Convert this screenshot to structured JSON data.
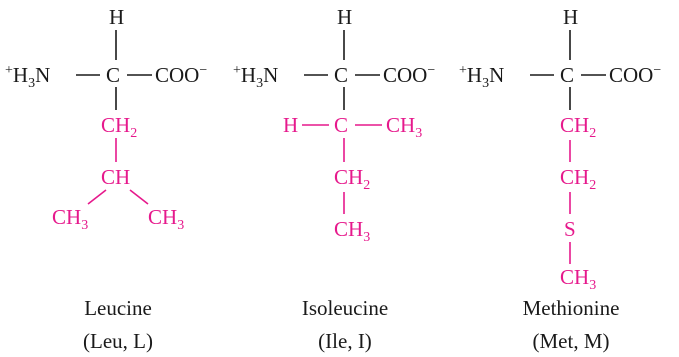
{
  "colors": {
    "backbone": "#1a1a1a",
    "side_chain": "#e6198c"
  },
  "backbone": {
    "h": "H",
    "n_plus": "+",
    "n_h": "H",
    "n_sub": "3",
    "n_n": "N",
    "alpha_c": "C",
    "carboxylate": "COO",
    "minus": "−"
  },
  "amino_acids": [
    {
      "name": "Leucine",
      "abbrev": "(Leu, L)",
      "side_chain": {
        "ch2": "CH",
        "ch2_sub": "2",
        "ch": "CH",
        "ch3_left": "CH",
        "ch3_left_sub": "3",
        "ch3_right": "CH",
        "ch3_right_sub": "3"
      }
    },
    {
      "name": "Isoleucine",
      "abbrev": "(Ile, I)",
      "side_chain": {
        "h": "H",
        "c": "C",
        "ch3": "CH",
        "ch3_sub": "3",
        "ch2": "CH",
        "ch2_sub": "2",
        "ch3_end": "CH",
        "ch3_end_sub": "3"
      }
    },
    {
      "name": "Methionine",
      "abbrev": "(Met, M)",
      "side_chain": {
        "ch2_a": "CH",
        "ch2_a_sub": "2",
        "ch2_b": "CH",
        "ch2_b_sub": "2",
        "s": "S",
        "ch3": "CH",
        "ch3_sub": "3"
      }
    }
  ]
}
